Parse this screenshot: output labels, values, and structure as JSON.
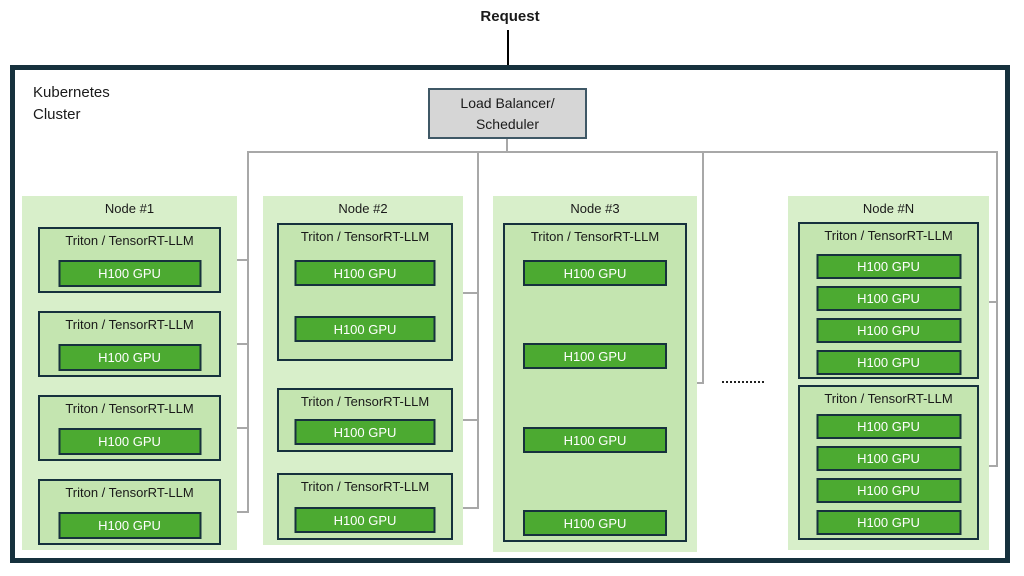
{
  "request_label": "Request",
  "cluster_label_line1": "Kubernetes",
  "cluster_label_line2": "Cluster",
  "load_balancer": {
    "line1": "Load Balancer/",
    "line2": "Scheduler"
  },
  "separator_dots": "",
  "nodes": [
    {
      "label": "Node #1",
      "instances": [
        {
          "label": "Triton / TensorRT-LLM",
          "gpus": [
            "H100 GPU"
          ]
        },
        {
          "label": "Triton / TensorRT-LLM",
          "gpus": [
            "H100 GPU"
          ]
        },
        {
          "label": "Triton / TensorRT-LLM",
          "gpus": [
            "H100 GPU"
          ]
        },
        {
          "label": "Triton / TensorRT-LLM",
          "gpus": [
            "H100 GPU"
          ]
        }
      ]
    },
    {
      "label": "Node #2",
      "instances": [
        {
          "label": "Triton / TensorRT-LLM",
          "gpus": [
            "H100 GPU",
            "H100 GPU"
          ]
        },
        {
          "label": "Triton / TensorRT-LLM",
          "gpus": [
            "H100 GPU"
          ]
        },
        {
          "label": "Triton / TensorRT-LLM",
          "gpus": [
            "H100 GPU"
          ]
        }
      ]
    },
    {
      "label": "Node #3",
      "instances": [
        {
          "label": "Triton / TensorRT-LLM",
          "gpus": [
            "H100 GPU",
            "H100 GPU",
            "H100 GPU",
            "H100 GPU"
          ]
        }
      ]
    },
    {
      "label": "Node #N",
      "instances": [
        {
          "label": "Triton / TensorRT-LLM",
          "gpus": [
            "H100 GPU",
            "H100 GPU",
            "H100 GPU",
            "H100 GPU"
          ]
        },
        {
          "label": "Triton / TensorRT-LLM",
          "gpus": [
            "H100 GPU",
            "H100 GPU",
            "H100 GPU",
            "H100 GPU"
          ]
        }
      ]
    }
  ],
  "colors": {
    "cluster_border": "#16313d",
    "node_bg": "#d8efca",
    "instance_bg": "#c4e5b0",
    "gpu_bg": "#4caa31",
    "gpu_text": "#ffffff",
    "load_balancer_bg": "#d6d6d6",
    "connector": "#a8a8a8",
    "request_arrow": "#000000"
  }
}
